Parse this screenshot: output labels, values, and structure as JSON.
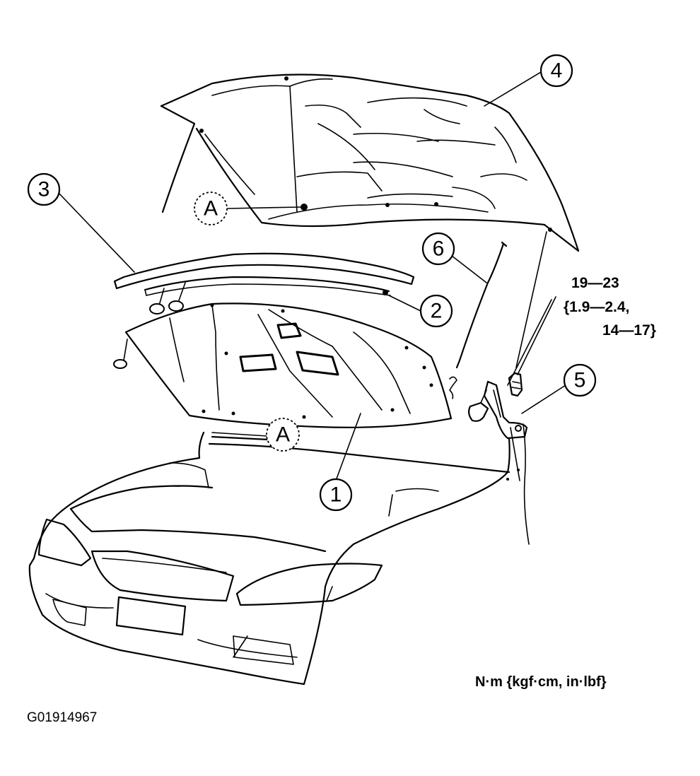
{
  "callouts": [
    {
      "id": "1",
      "label": "1"
    },
    {
      "id": "2",
      "label": "2"
    },
    {
      "id": "3",
      "label": "3"
    },
    {
      "id": "4",
      "label": "4"
    },
    {
      "id": "5",
      "label": "5"
    },
    {
      "id": "6",
      "label": "6"
    },
    {
      "id": "A_upper",
      "label": "A"
    },
    {
      "id": "A_lower",
      "label": "A"
    }
  ],
  "torque_spec": {
    "line1": "19—23",
    "line2": "{1.9—2.4,",
    "line3": "14—17}"
  },
  "units_note": "N·m {kgf·cm, in·lbf}",
  "figure_id": "G01914967"
}
